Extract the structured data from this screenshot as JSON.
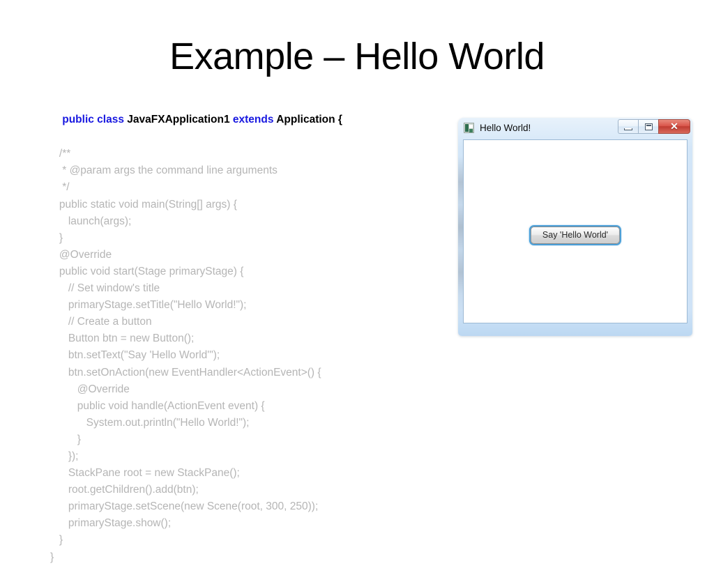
{
  "slide": {
    "title": "Example – Hello World"
  },
  "code": {
    "signature": {
      "kw1": "public class",
      "class_name": " JavaFXApplication1 ",
      "kw2": "extends",
      "tail": " Application {"
    },
    "lines": [
      "   /**",
      "    * @param args the command line arguments",
      "    */",
      "   public static void main(String[] args) {",
      "      launch(args);",
      "   }",
      "   @Override",
      "   public void start(Stage primaryStage) {",
      "      // Set window's title",
      "      primaryStage.setTitle(\"Hello World!\");",
      "      // Create a button",
      "      Button btn = new Button();",
      "      btn.setText(\"Say 'Hello World'\");",
      "      btn.setOnAction(new EventHandler<ActionEvent>() {",
      "         @Override",
      "         public void handle(ActionEvent event) {",
      "            System.out.println(\"Hello World!\");",
      "         }",
      "      });",
      "      StackPane root = new StackPane();",
      "      root.getChildren().add(btn);",
      "      primaryStage.setScene(new Scene(root, 300, 250));",
      "      primaryStage.show();",
      "   }",
      "}"
    ],
    "colors": {
      "keyword": "#1818e0",
      "identifier": "#000000",
      "body": "#b5b5b5"
    }
  },
  "window": {
    "title": "Hello World!",
    "icon": "javafx-app-icon",
    "controls": {
      "minimize": "minimize-icon",
      "maximize": "maximize-icon",
      "close": "✕"
    },
    "button_label": "Say 'Hello World'",
    "accent": "#4a9fd8",
    "close_color": "#d9554a"
  }
}
